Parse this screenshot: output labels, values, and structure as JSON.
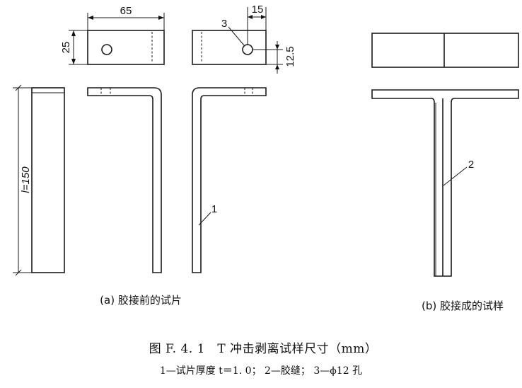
{
  "dimensions": {
    "width_65": "65",
    "height_25": "25",
    "offset_15": "15",
    "offset_12_5": "12.5",
    "length": "l=150"
  },
  "callouts": {
    "hole": "3",
    "adhesive": "2",
    "specimen": "1"
  },
  "captions": {
    "a": "(a) 胶接前的试片",
    "b": "(b) 胶接成的试样"
  },
  "figure": {
    "title": "图 F. 4. 1　T 冲击剥离试样尺寸（mm）",
    "legend": "1—试片厚度 t＝1. 0； 2—胶缝； 3—ϕ12 孔"
  }
}
